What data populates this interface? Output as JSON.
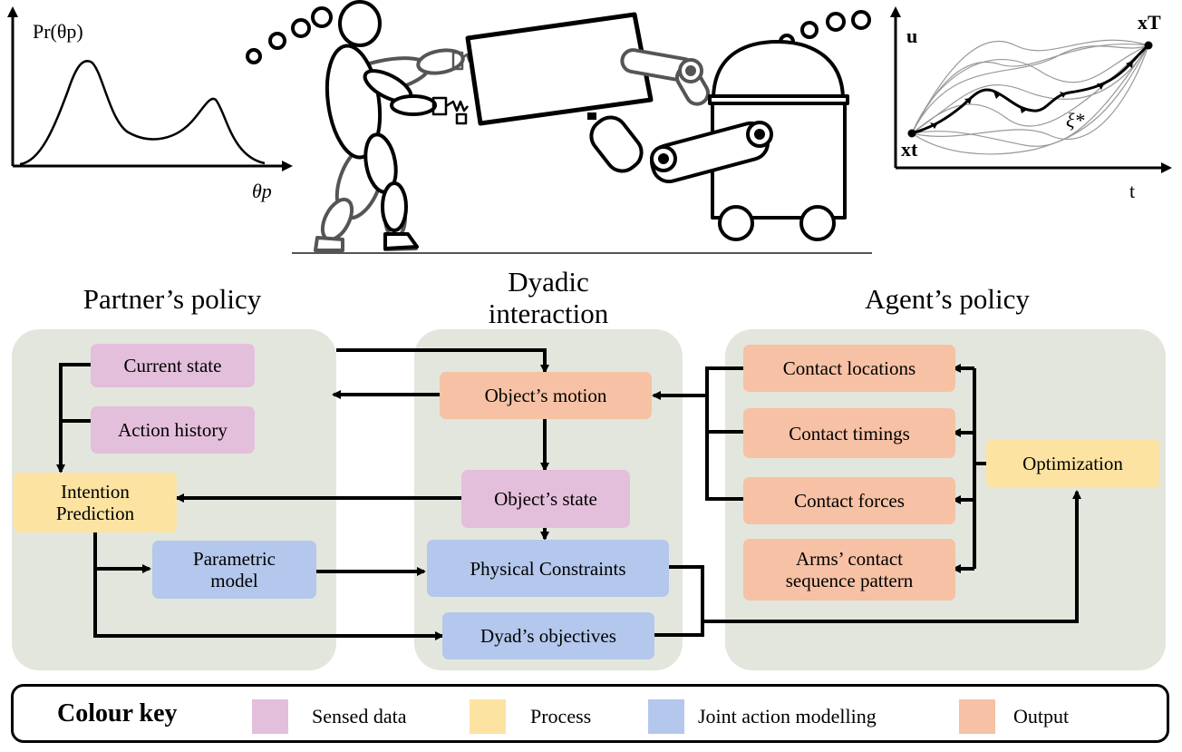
{
  "headings": {
    "partner": "Partner’s policy",
    "dyadic_line1": "Dyadic",
    "dyadic_line2": "interaction",
    "agent": "Agent’s policy"
  },
  "partner_policy": {
    "current_state": "Current state",
    "action_history": "Action history",
    "intention_line1": "Intention",
    "intention_line2": "Prediction",
    "parametric_line1": "Parametric",
    "parametric_line2": "model"
  },
  "dyadic_interaction": {
    "objects_motion": "Object’s motion",
    "objects_state": "Object’s state",
    "physical_constraints": "Physical Constraints",
    "dyads_objectives": "Dyad’s objectives"
  },
  "agent_policy": {
    "contact_locations": "Contact locations",
    "contact_timings": "Contact timings",
    "contact_forces": "Contact forces",
    "arms_line1": "Arms’ contact",
    "arms_line2": "sequence pattern",
    "optimization": "Optimization"
  },
  "distribution_plot": {
    "ylabel": "Pr(θp)",
    "xlabel": "θp"
  },
  "trajectory_plot": {
    "ylabel": "u",
    "xlabel": "t",
    "start_label": "xt",
    "end_label": "xT",
    "path_label": "ξ*"
  },
  "colour_key": {
    "title": "Colour key",
    "items": [
      {
        "label": "Sensed data",
        "color": "#e3bfdb"
      },
      {
        "label": "Process",
        "color": "#fce3a2"
      },
      {
        "label": "Joint action modelling",
        "color": "#b4c7ec"
      },
      {
        "label": "Output",
        "color": "#f6c1a4"
      }
    ]
  }
}
